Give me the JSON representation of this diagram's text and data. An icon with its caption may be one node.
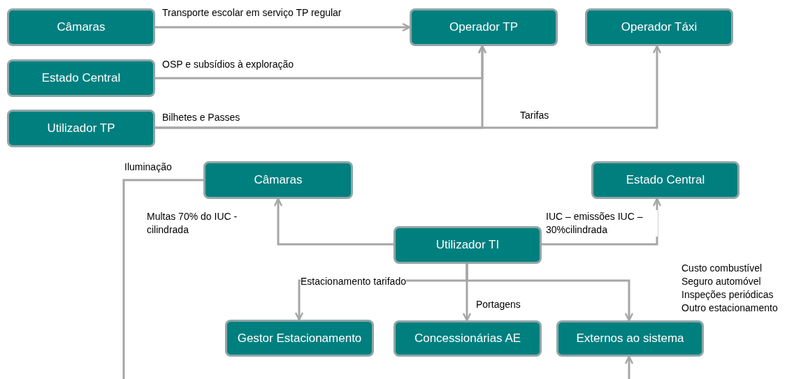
{
  "diagram": {
    "nodes": [
      {
        "text": [
          "Câmaras"
        ]
      },
      {
        "text": [
          "Operador TP"
        ]
      },
      {
        "text": [
          "Operador Táxi"
        ]
      },
      {
        "text": [
          "Estado Central"
        ]
      },
      {
        "text": [
          "Utilizador TP"
        ]
      },
      {
        "text": [
          "Câmaras"
        ]
      },
      {
        "text": [
          "Estado Central"
        ]
      },
      {
        "text": [
          "Utilizador TI"
        ]
      },
      {
        "text": [
          "Gestor Estacionamento"
        ]
      },
      {
        "text": [
          "Concessionárias AE"
        ]
      },
      {
        "text": [
          "Externos ao sistema"
        ]
      }
    ],
    "edges": [
      {
        "from": 0,
        "to": 1,
        "arrow": "to",
        "label": "Transporte escolar em serviço TP regular"
      },
      {
        "from": 3,
        "to": 1,
        "arrow": "to",
        "label": "OSP e subsídios à exploração"
      },
      {
        "from": 4,
        "to": 1,
        "arrow": "to",
        "label": "Bilhetes e Passes"
      },
      {
        "from": 4,
        "to": 2,
        "arrow": "to",
        "label": "Tarifas"
      },
      {
        "from": 7,
        "to": 5,
        "arrow": "to",
        "label": "Multas 70% do IUC - cilindrada"
      },
      {
        "from": 7,
        "to": 6,
        "arrow": "to",
        "label": "IUC – emissões IUC – 30%cilindrada"
      },
      {
        "from": 7,
        "to": 8,
        "arrow": "to",
        "label": "Estacionamento tarifado"
      },
      {
        "from": 7,
        "to": 9,
        "arrow": "to",
        "label": "Portagens"
      },
      {
        "from": 7,
        "to": 10,
        "arrow": "to"
      },
      {
        "from": null,
        "to": 10,
        "arrow": "to"
      },
      {
        "from": 5,
        "to": null,
        "arrow": "none",
        "label": "Iluminação"
      }
    ],
    "labels": [
      "Custo combustível",
      "Seguro automóvel",
      "Inspeções periódicas",
      "Outro estacionamento"
    ]
  }
}
